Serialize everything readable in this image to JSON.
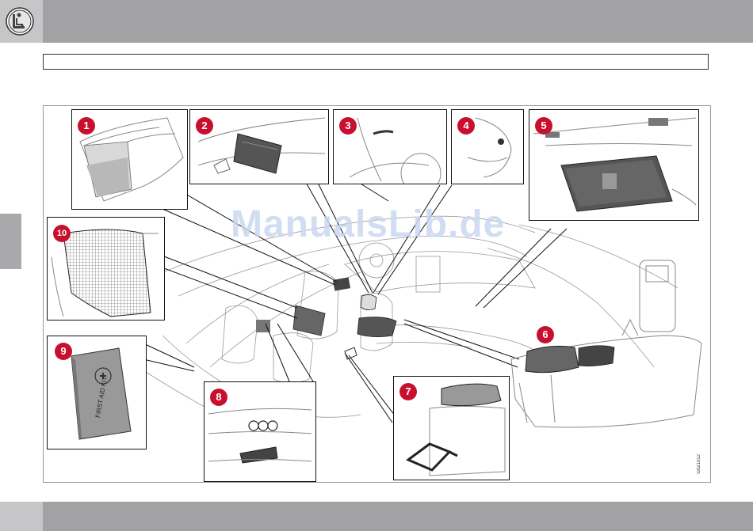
{
  "header": {
    "icon": "seat-person-icon"
  },
  "figure": {
    "watermark": "ManualsLib.de",
    "code": "G021012",
    "callouts": [
      "1",
      "2",
      "3",
      "4",
      "5",
      "6",
      "7",
      "8",
      "9",
      "10"
    ],
    "first_aid_label": "FIRST AID KIT"
  },
  "colors": {
    "callout": "#c8102e",
    "bar": "#a2a2a4",
    "tab": "#a9a9ab"
  }
}
